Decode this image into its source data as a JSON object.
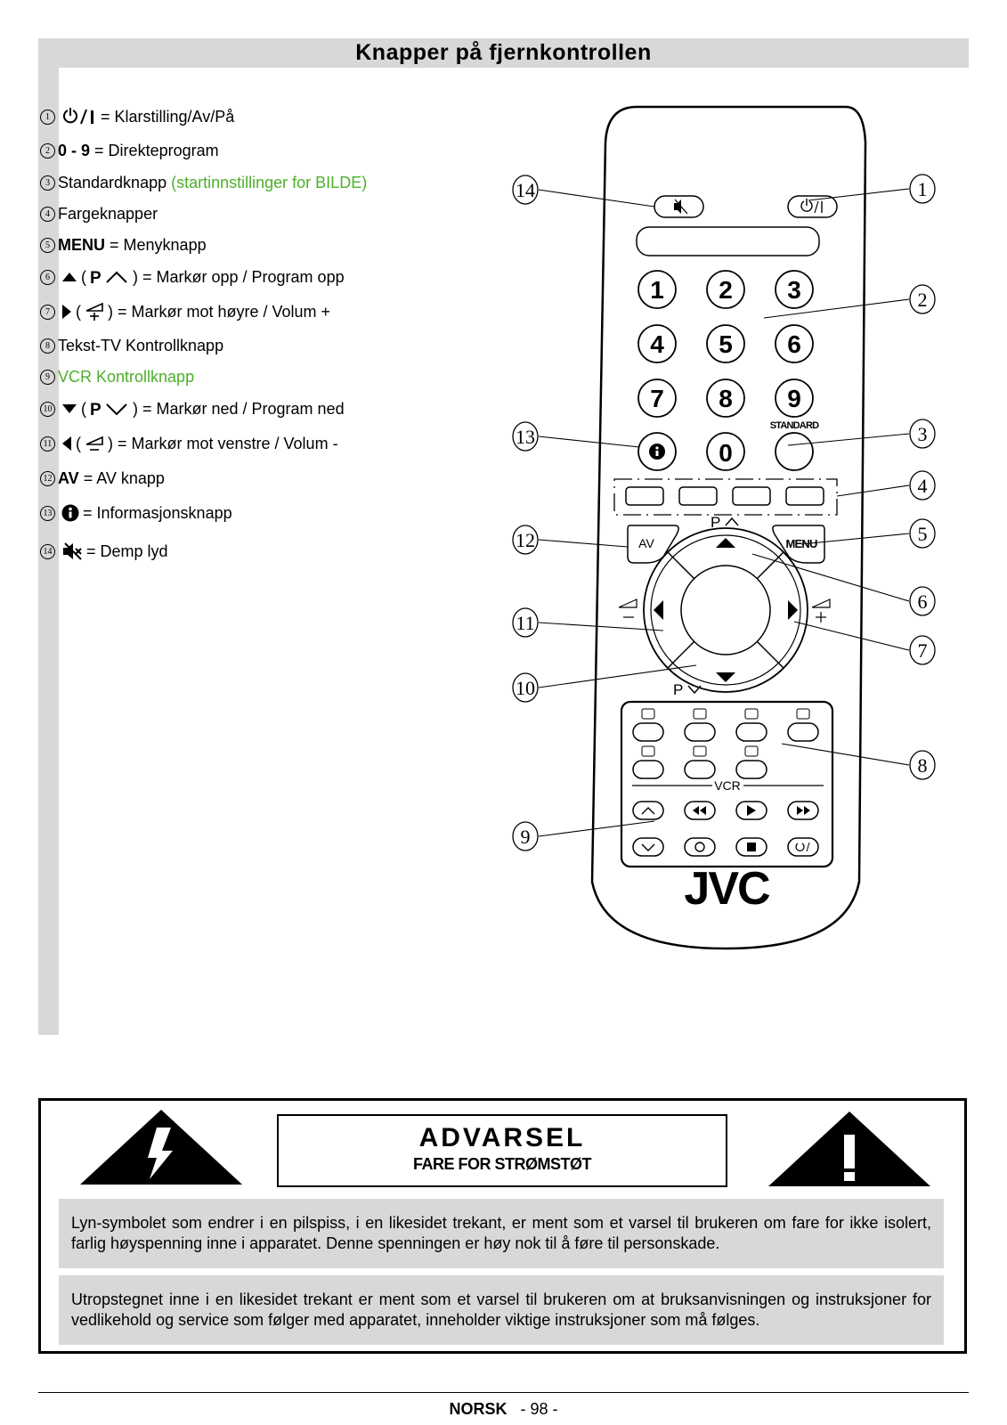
{
  "title": "Knapper på fjernkontrollen",
  "legend": [
    {
      "n": "1",
      "pre": "",
      "bold": "",
      "text": "= Klarstilling/Av/På",
      "green": "",
      "icon": "power-icon"
    },
    {
      "n": "2",
      "pre": "",
      "bold": "0 - 9",
      "text": "= Direkteprogram",
      "green": "",
      "icon": ""
    },
    {
      "n": "3",
      "pre": "Standardknapp",
      "bold": "",
      "text": "",
      "green": "(startinnstillinger for BILDE)",
      "icon": ""
    },
    {
      "n": "4",
      "pre": "Fargeknapper",
      "bold": "",
      "text": "",
      "green": "",
      "icon": ""
    },
    {
      "n": "5",
      "pre": "",
      "bold": "MENU",
      "text": "= Menyknapp",
      "green": "",
      "icon": ""
    },
    {
      "n": "6",
      "pre": "",
      "bold": "",
      "text": ") = Markør opp / Program opp",
      "green": "",
      "icon": "triangle-up-icon"
    },
    {
      "n": "7",
      "pre": "",
      "bold": "",
      "text": ") = Markør mot høyre / Volum +",
      "green": "",
      "icon": "triangle-right-icon"
    },
    {
      "n": "8",
      "pre": "Tekst-TV Kontrollknapp",
      "bold": "",
      "text": "",
      "green": "",
      "icon": ""
    },
    {
      "n": "9",
      "pre": "",
      "bold": "",
      "text": "",
      "green": "VCR Kontrollknapp",
      "icon": ""
    },
    {
      "n": "10",
      "pre": "",
      "bold": "",
      "text": ") = Markør ned / Program ned",
      "green": "",
      "icon": "triangle-down-icon"
    },
    {
      "n": "11",
      "pre": "",
      "bold": "",
      "text": ") = Markør mot venstre / Volum -",
      "green": "",
      "icon": "triangle-left-icon"
    },
    {
      "n": "12",
      "pre": "",
      "bold": "AV",
      "text": "= AV knapp",
      "green": "",
      "icon": ""
    },
    {
      "n": "13",
      "pre": "",
      "bold": "",
      "text": "= Informasjonsknapp",
      "green": "",
      "icon": "info-icon"
    },
    {
      "n": "14",
      "pre": "",
      "bold": "",
      "text": "= Demp lyd",
      "green": "",
      "icon": "mute-icon"
    }
  ],
  "remote": {
    "digits": [
      "1",
      "2",
      "3",
      "4",
      "5",
      "6",
      "7",
      "8",
      "9",
      "0"
    ],
    "standard_label": "STANDARD",
    "av_label": "AV",
    "menu_label": "MENU",
    "p_up_label": "P",
    "p_down_label": "P",
    "vcr_label": "VCR",
    "brand": "JVC",
    "callouts": [
      "1",
      "2",
      "3",
      "4",
      "5",
      "6",
      "7",
      "8",
      "9",
      "10",
      "11",
      "12",
      "13",
      "14"
    ]
  },
  "warning": {
    "title": "ADVARSEL",
    "subtitle": "FARE FOR STRØMSTØT",
    "para1": "Lyn-symbolet som endrer i en pilspiss, i en likesidet trekant, er ment som et varsel til brukeren om fare for ikke isolert, farlig høyspenning inne i apparatet. Denne spenningen er høy nok til å føre til personskade.",
    "para2": "Utropstegnet inne i en likesidet trekant er ment som et varsel til brukeren om at bruksanvisningen og instruksjoner for vedlikehold og service som følger med apparatet, inneholder viktige instruksjoner som må følges."
  },
  "footer": {
    "lang": "NORSK",
    "page": "- 98 -"
  },
  "colors": {
    "green": "#4caf2a",
    "gray": "#d8d8d8"
  }
}
